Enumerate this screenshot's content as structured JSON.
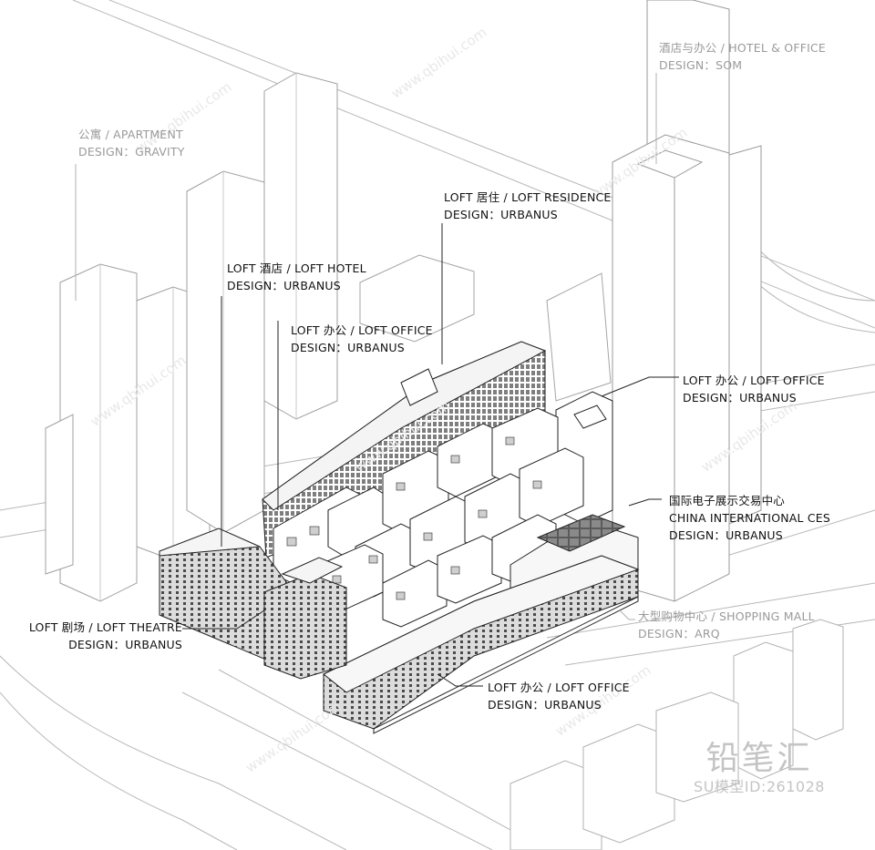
{
  "labels": {
    "apartment": {
      "title": "公寓 / APARTMENT",
      "design": "DESIGN：GRAVITY"
    },
    "hotel_office": {
      "title": "酒店与办公 / HOTEL & OFFICE",
      "design": "DESIGN：SOM"
    },
    "loft_residence": {
      "title": "LOFT 居住 / LOFT RESIDENCE",
      "design": "DESIGN：URBANUS"
    },
    "loft_hotel": {
      "title": "LOFT 酒店 / LOFT HOTEL",
      "design": "DESIGN：URBANUS"
    },
    "loft_office_top": {
      "title": "LOFT 办公 / LOFT OFFICE",
      "design": "DESIGN：URBANUS"
    },
    "loft_office_right": {
      "title": "LOFT 办公 / LOFT OFFICE",
      "design": "DESIGN：URBANUS"
    },
    "ces": {
      "title_cn": "国际电子展示交易中心",
      "title_en": "CHINA INTERNATIONAL CES",
      "design": "DESIGN：URBANUS"
    },
    "shopping_mall": {
      "title": "大型购物中心 / SHOPPING MALL",
      "design": "DESIGN：ARQ"
    },
    "loft_theatre": {
      "title": "LOFT 剧场 / LOFT THEATRE",
      "design": "DESIGN：URBANUS"
    },
    "loft_office_bottom": {
      "title": "LOFT 办公 / LOFT OFFICE",
      "design": "DESIGN：URBANUS"
    }
  },
  "brand": {
    "name": "铅笔汇",
    "model_id": "SU模型ID:261028"
  },
  "watermark": "www.qbihui.com",
  "colors": {
    "line": "#222222",
    "faint": "#b5b5b5",
    "label": "#111111",
    "gray_label": "#9a9a9a"
  }
}
